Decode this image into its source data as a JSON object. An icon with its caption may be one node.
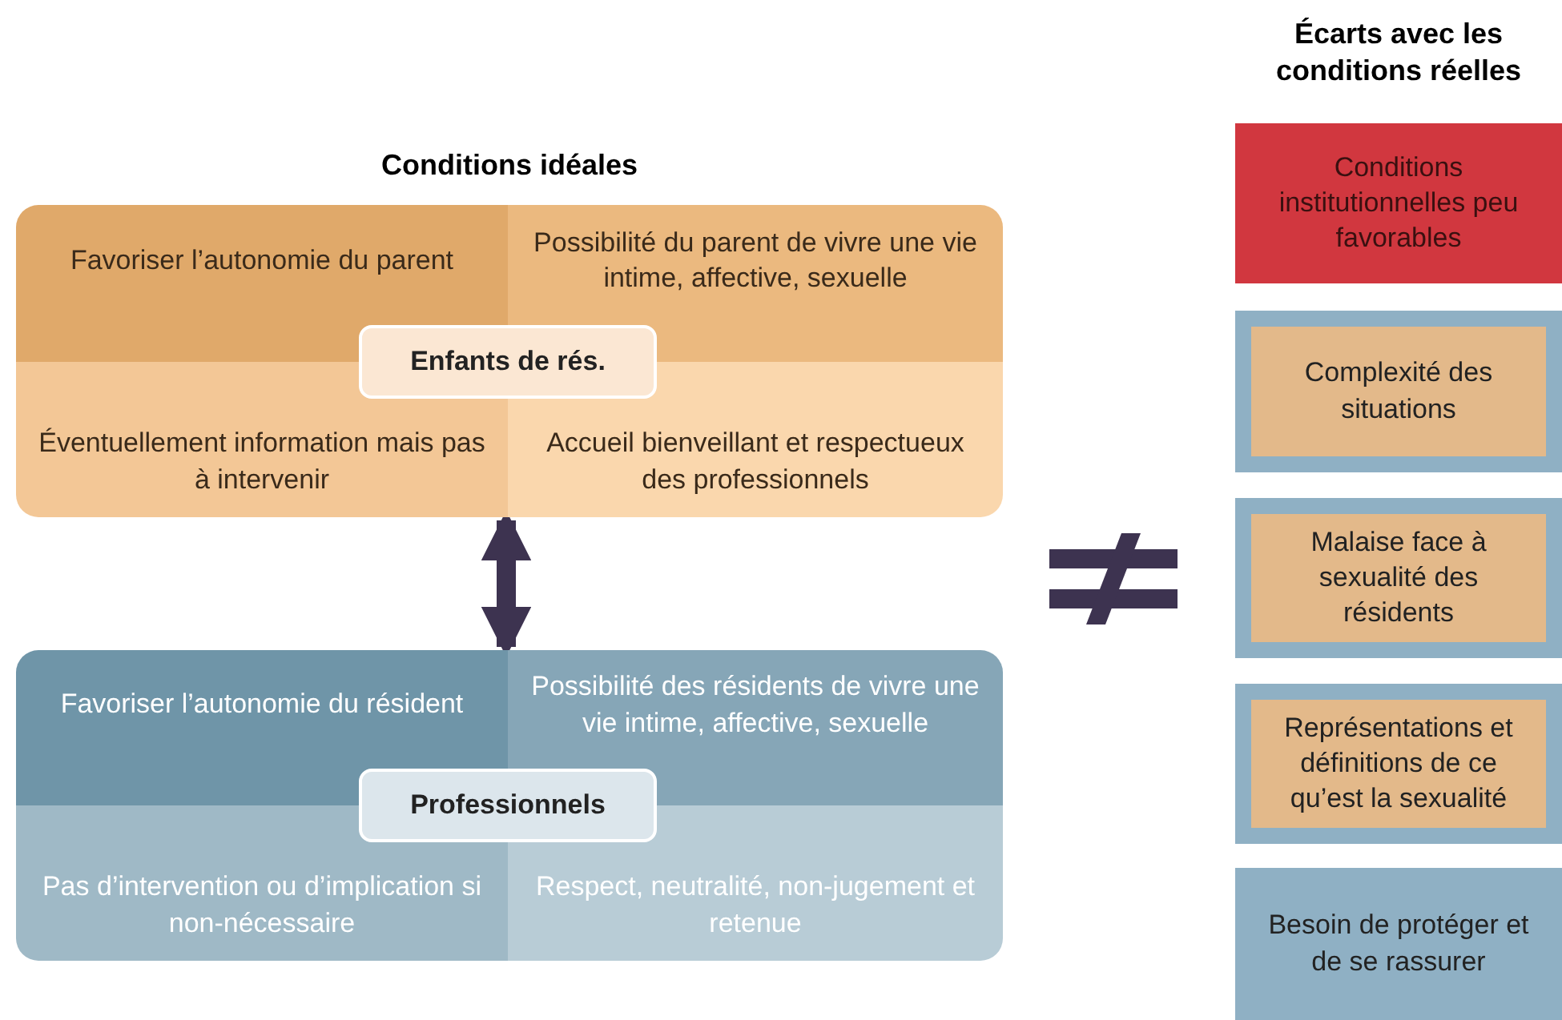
{
  "diagram": {
    "nodes": [
      {
        "text": [],
        "shape": "box"
      },
      {
        "text": [
          "Favoriser l’autonomie du parent"
        ],
        "in": 0
      },
      {
        "text": [
          "Possibilité du parent de vivre une vie intime, affective, sexuelle"
        ],
        "in": 0
      },
      {
        "text": [
          "Éventuellement information mais pas à intervenir"
        ],
        "in": 0
      },
      {
        "text": [
          "Accueil bienveillant et respectueux des professionnels"
        ],
        "in": 0
      },
      {
        "text": [
          "Enfants de rés."
        ],
        "in": 0
      },
      {
        "text": [],
        "shape": "box"
      },
      {
        "text": [
          "Favoriser l’autonomie du résident"
        ],
        "in": 6
      },
      {
        "text": [
          "Possibilité des résidents de vivre une vie intime, affective, sexuelle"
        ],
        "in": 6
      },
      {
        "text": [
          "Pas d’intervention ou d’implication si non-nécessaire"
        ],
        "in": 6
      },
      {
        "text": [
          "Respect, neutralité, non-jugement et retenue"
        ],
        "in": 6
      },
      {
        "text": [
          "Professionnels"
        ],
        "in": 6
      },
      {
        "text": [
          "Conditions institutionnelles peu favorables"
        ]
      },
      {
        "text": [
          "Complexité des situations"
        ]
      },
      {
        "text": [
          "Malaise face à sexualité des résidents"
        ]
      },
      {
        "text": [
          "Représentations et définitions de ce qu’est la sexualité"
        ]
      },
      {
        "text": [
          "Besoin de protéger et de se rassurer"
        ]
      }
    ],
    "edges": [
      {
        "from": 0,
        "to": 6,
        "arrow": "both"
      }
    ],
    "labels": [
      "Écarts avec les conditions réelles",
      "Conditions idéales"
    ]
  }
}
